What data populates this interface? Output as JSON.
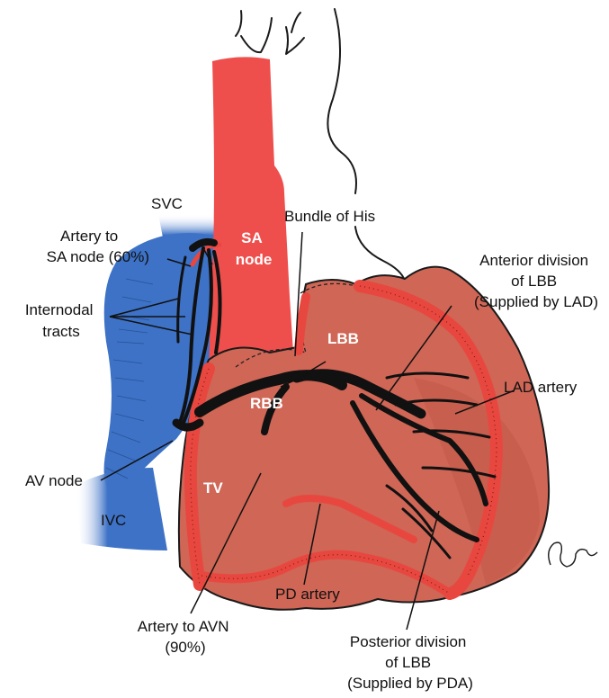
{
  "colors": {
    "aorta": "#ee4f4c",
    "heart": "#cf6656",
    "heart_dark": "#b9503f",
    "atrium": "#3d72c6",
    "artery": "#e8473f",
    "conduction": "#111111",
    "text": "#111111",
    "internal_text": "#ffffff"
  },
  "labels": {
    "svc": "SVC",
    "artery_sa": "Artery to\nSA node (60%)",
    "internodal": "Internodal\ntracts",
    "sa_node": "SA\nnode",
    "bundle_his": "Bundle of His",
    "anterior_lbb": "Anterior division\nof LBB\n(Supplied by LAD)",
    "lbb": "LBB",
    "rbb": "RBB",
    "lad": "LAD artery",
    "av_node": "AV node",
    "tv": "TV",
    "ivc": "IVC",
    "pd_artery": "PD artery",
    "artery_avn": "Artery to AVN\n(90%)",
    "posterior_lbb": "Posterior division\nof LBB\n(Supplied by PDA)"
  },
  "signature": "Fagin"
}
